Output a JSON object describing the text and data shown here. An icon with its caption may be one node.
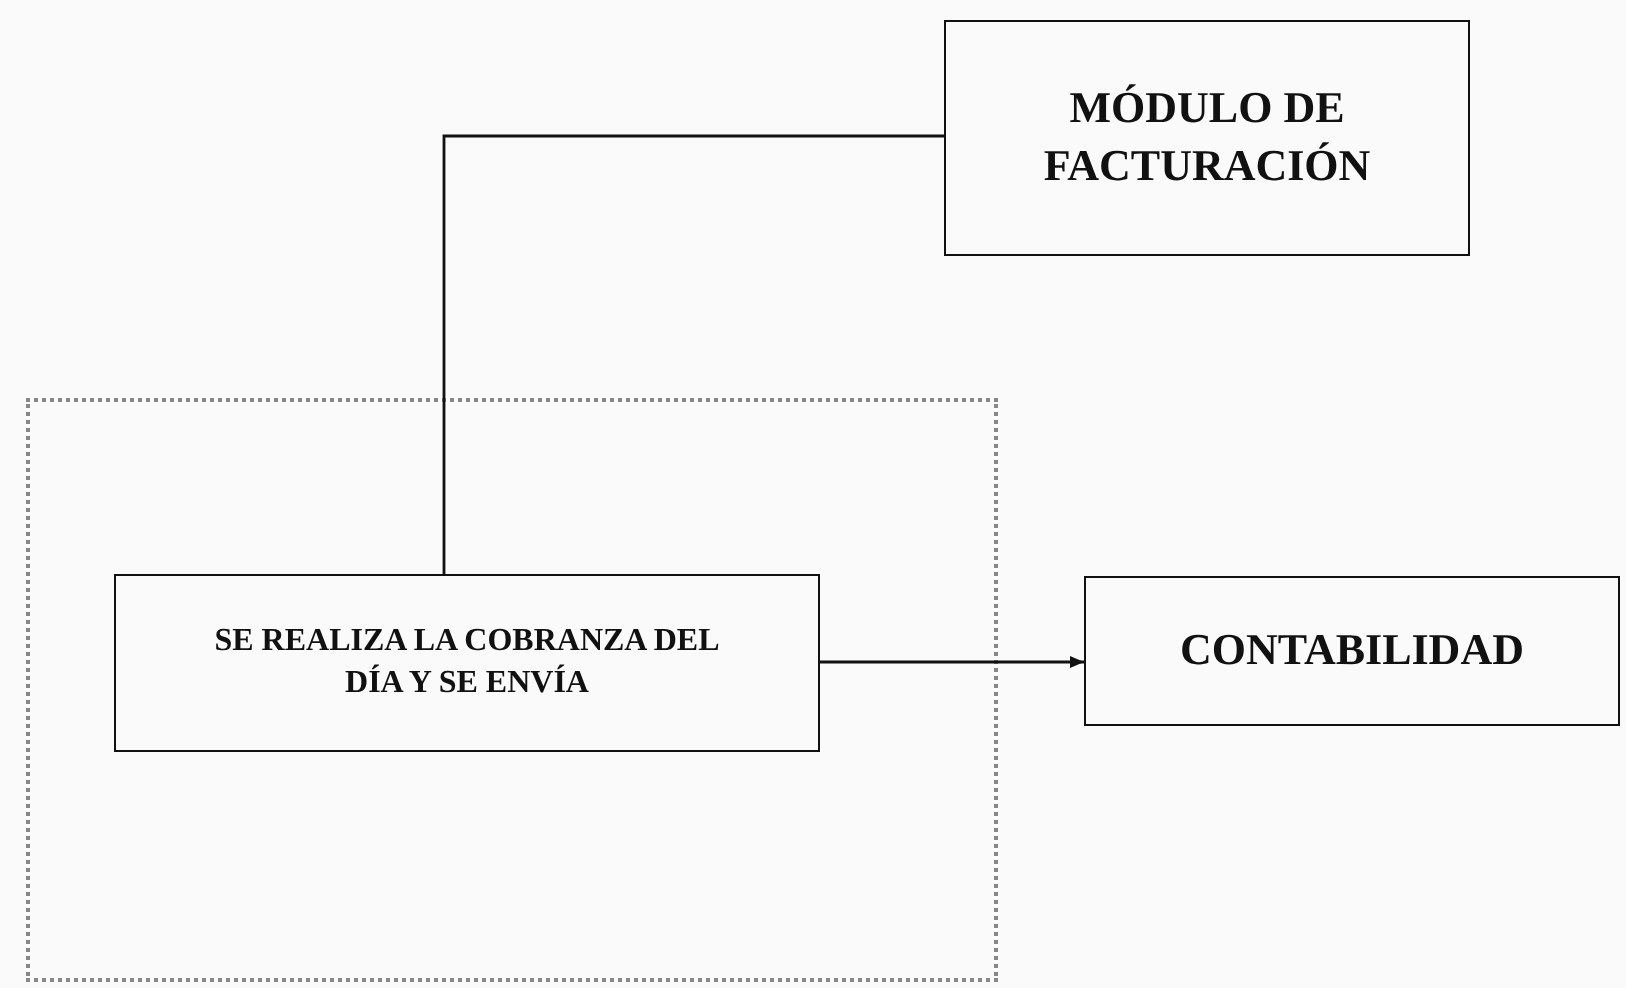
{
  "diagram": {
    "nodes": [
      {
        "text": [
          "MÓDULO DE FACTURACIÓN"
        ]
      },
      {
        "text": [],
        "shape": "box"
      },
      {
        "text": [
          "SE REALIZA LA COBRANZA DEL DÍA Y SE ENVÍA"
        ],
        "in": 1
      },
      {
        "text": [
          "CONTABILIDAD"
        ]
      }
    ],
    "edges": [
      {
        "from": 0,
        "to": 2,
        "arrow": "none"
      },
      {
        "from": 2,
        "to": 3,
        "arrow": "to"
      }
    ]
  }
}
